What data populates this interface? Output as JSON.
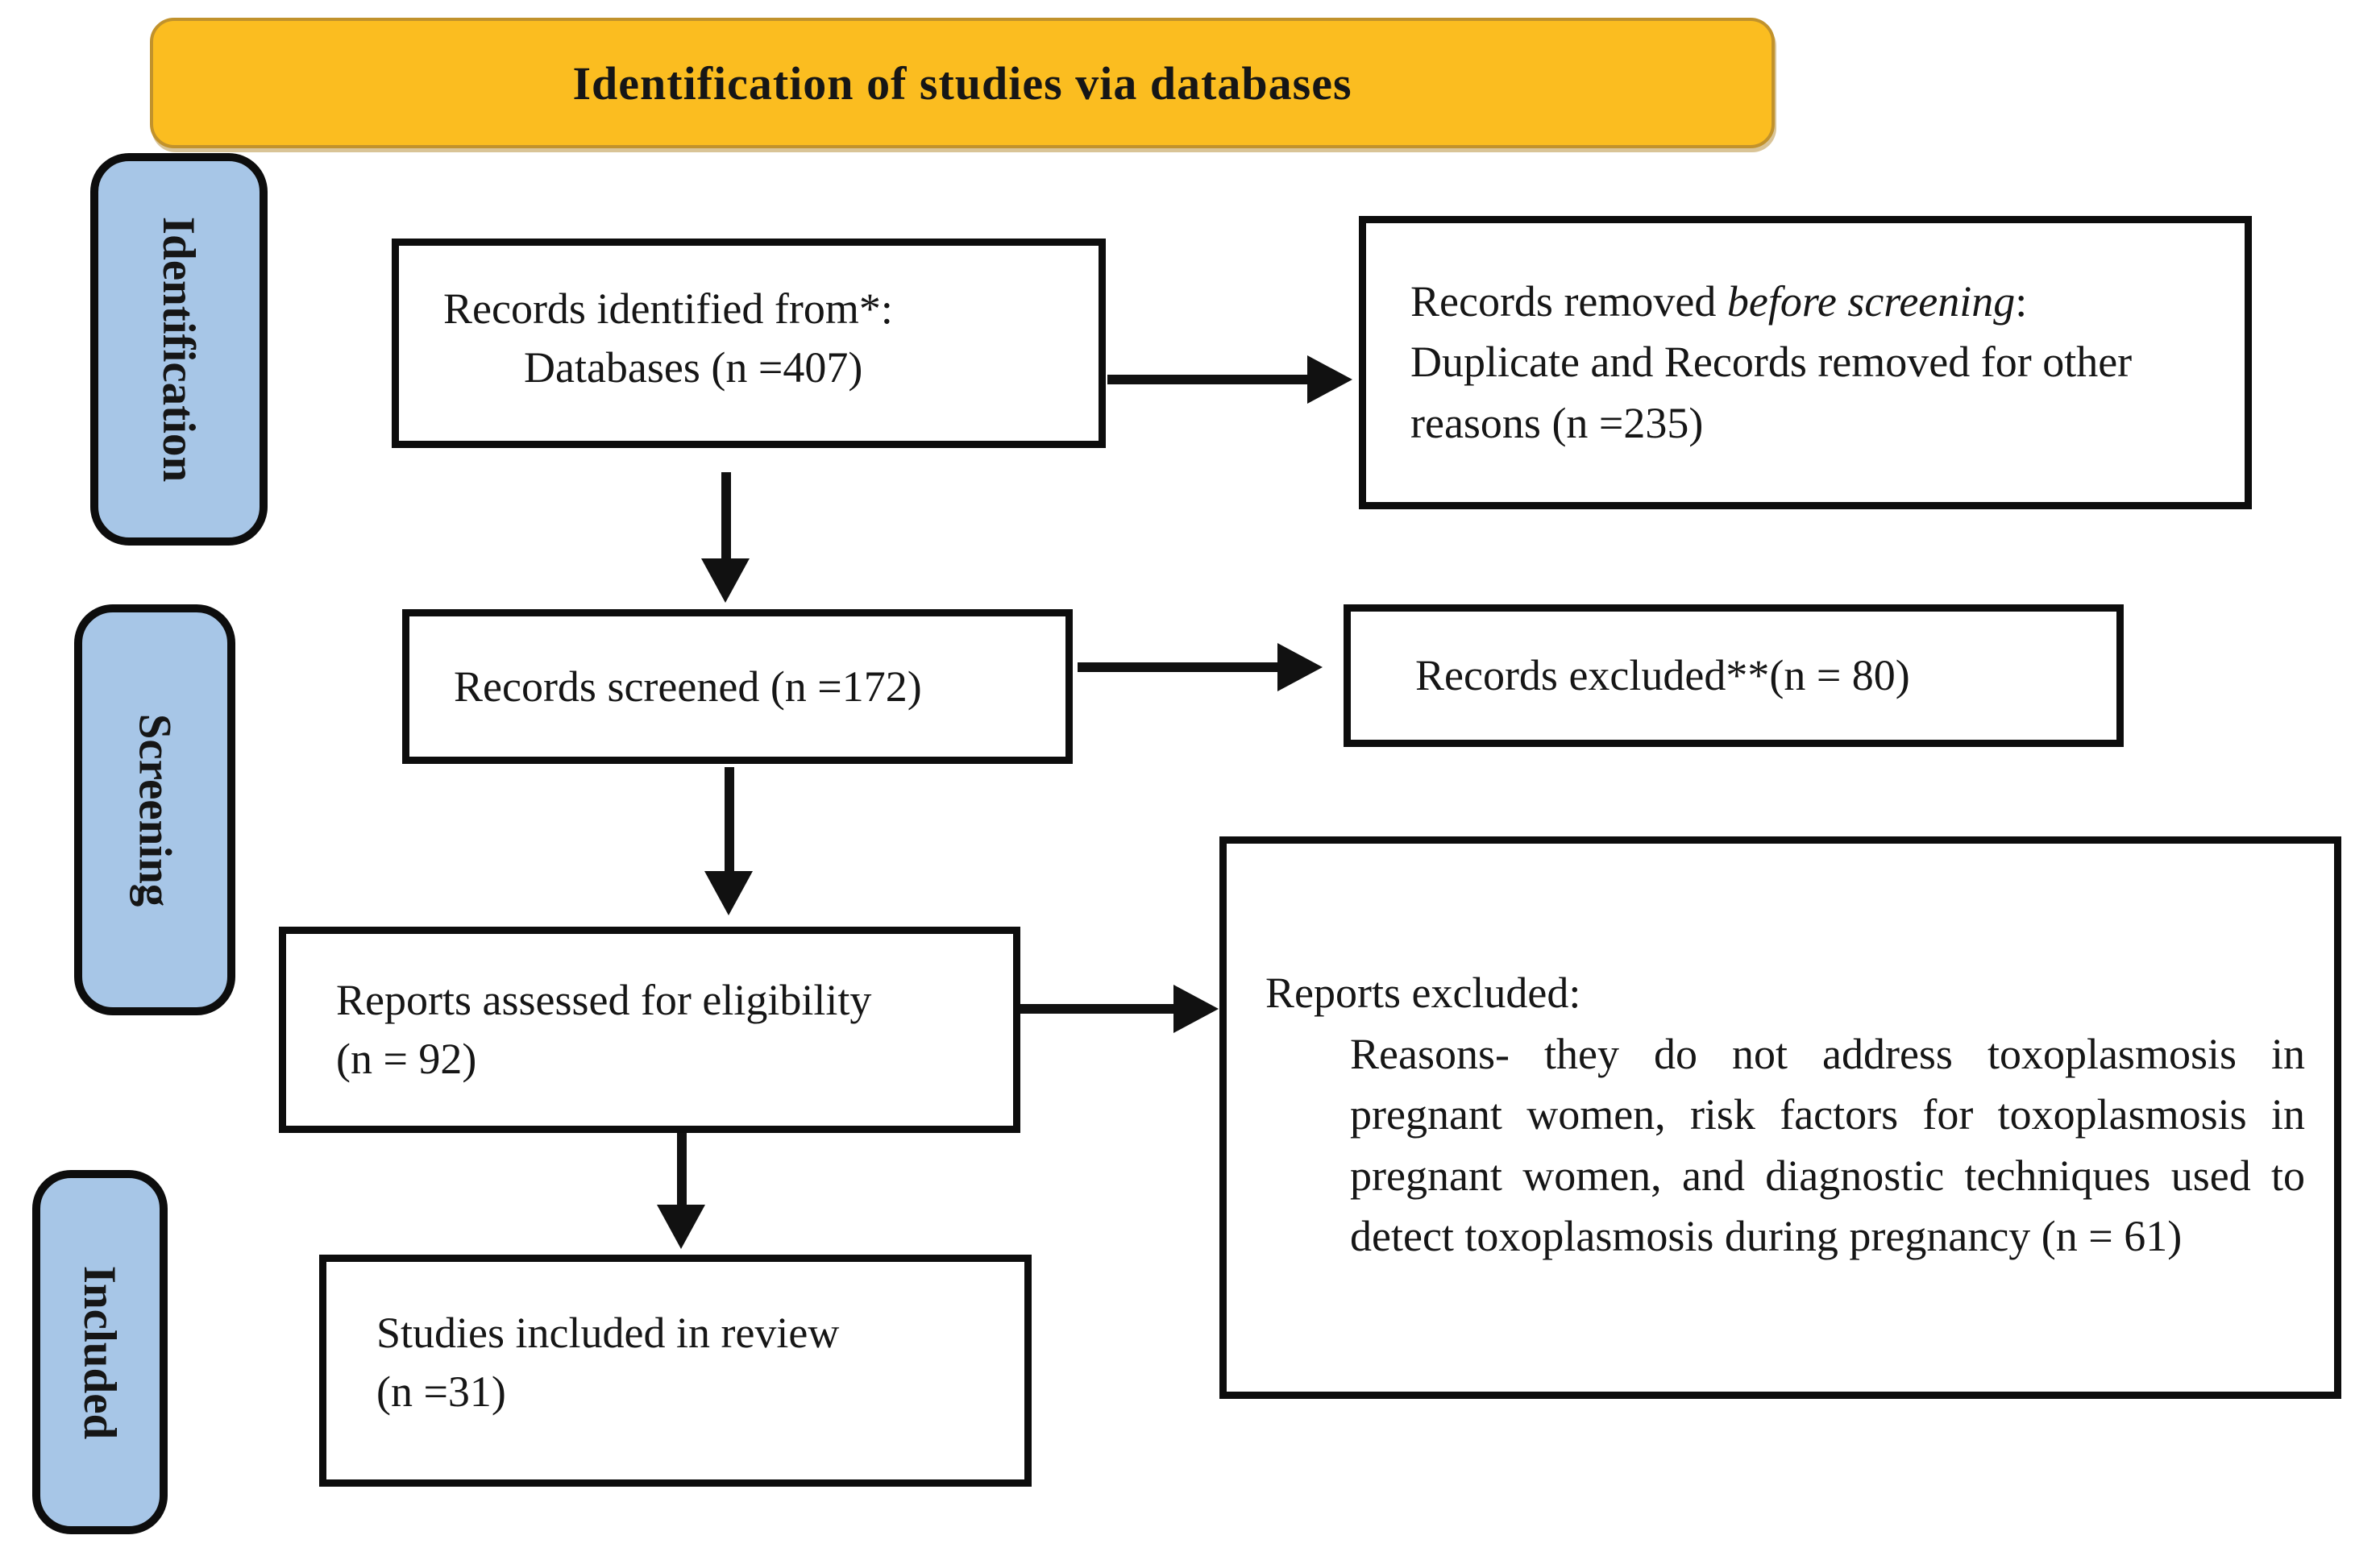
{
  "banner": {
    "title": "Identification of studies via databases"
  },
  "stages": [
    {
      "label": "Identification"
    },
    {
      "label": "Screening"
    },
    {
      "label": "Included"
    }
  ],
  "nodes": {
    "identified": {
      "line1": "Records identified from*:",
      "line2": "Databases (n =407)"
    },
    "removed": {
      "line1_prefix": "Records removed ",
      "line1_italic": "before screening",
      "line1_suffix": ":",
      "line2": "Duplicate and Records removed for other reasons (n =235)"
    },
    "screened": {
      "line1": "Records screened (n =172)"
    },
    "excluded": {
      "line1": "Records excluded**(n = 80)"
    },
    "assessed": {
      "line1": "Reports assessed for eligibility",
      "line2": "(n = 92)"
    },
    "reports_excluded": {
      "heading": "Reports excluded:",
      "body": "Reasons- they do not address toxoplasmosis in pregnant women, risk factors for toxoplasmosis in pregnant women, and diagnostic techniques used to detect toxoplasmosis during pregnancy (n = 61)"
    },
    "included_studies": {
      "line1": "Studies included in review",
      "line2": "(n =31)"
    }
  },
  "counts": {
    "identified": 407,
    "removed_before_screening": 235,
    "screened": 172,
    "excluded_on_screening": 80,
    "assessed_for_eligibility": 92,
    "reports_excluded_with_reasons": 61,
    "included_in_review": 31
  },
  "colors": {
    "banner_fill": "#FBBD20",
    "banner_border": "#C1922C",
    "stage_fill": "#A7C6E7",
    "box_border": "#0D0D0D",
    "arrow": "#111111",
    "background": "#FFFFFF"
  }
}
